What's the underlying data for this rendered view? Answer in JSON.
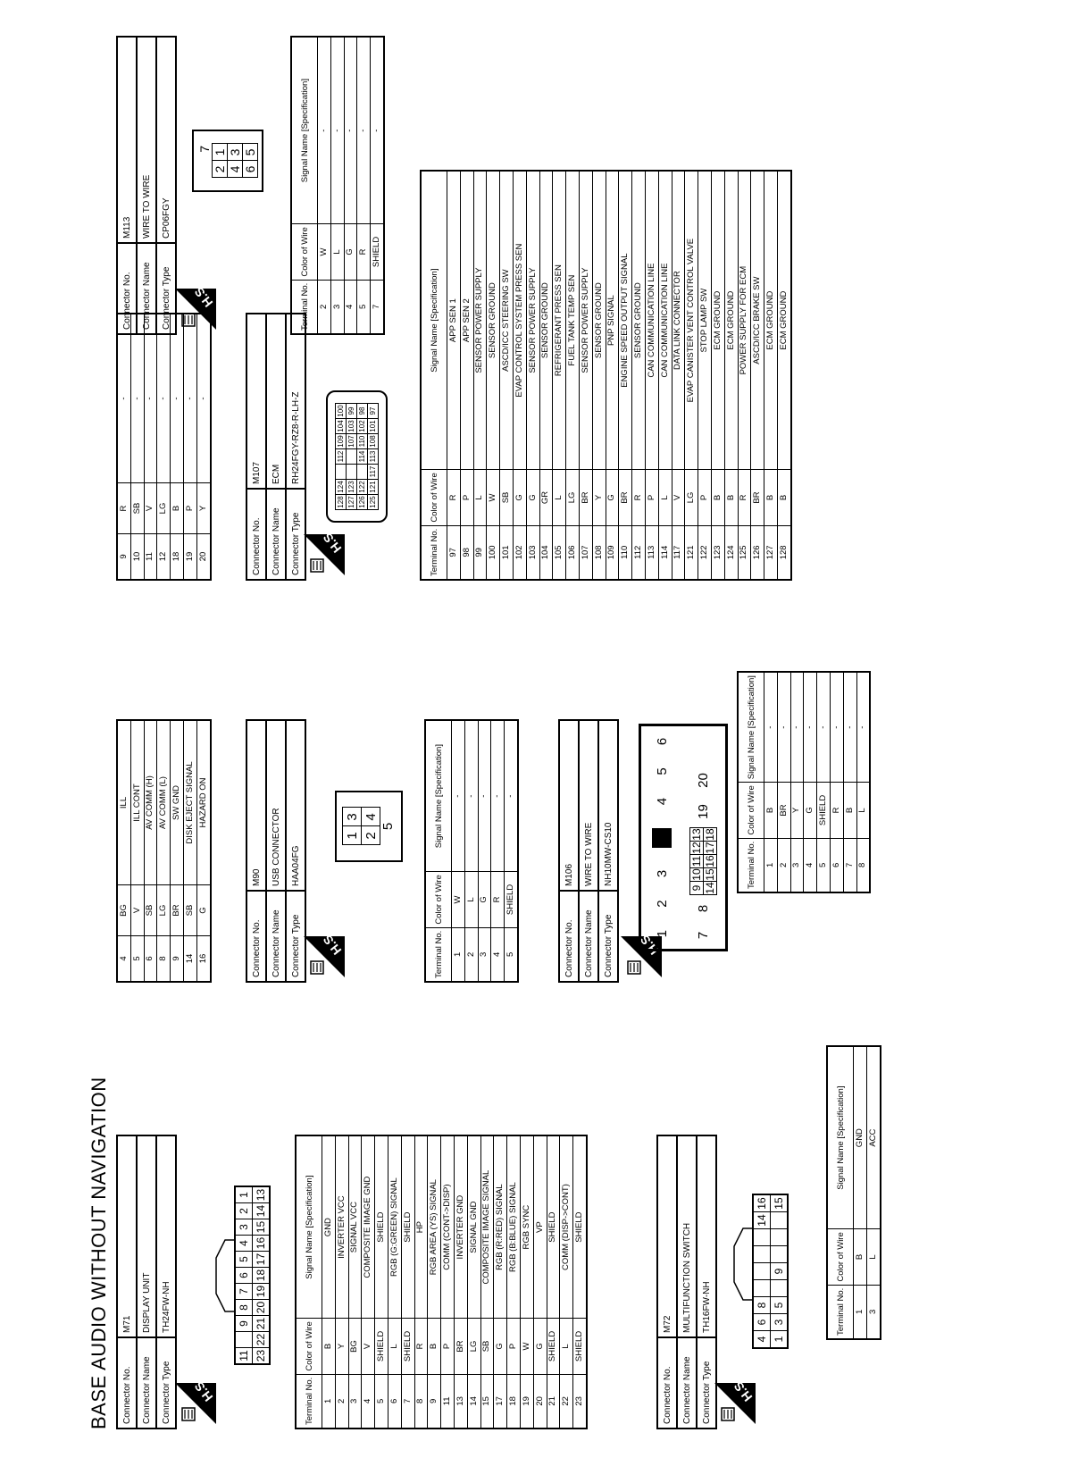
{
  "page_title": "BASE AUDIO WITHOUT NAVIGATION",
  "labels": {
    "connector_no": "Connector No.",
    "connector_name": "Connector Name",
    "connector_type": "Connector Type",
    "terminal_no": "Terminal No.",
    "color_of_wire": "Color of Wire",
    "signal_name": "Signal Name [Specification]",
    "hs": "H.S."
  },
  "m71": {
    "no": "M71",
    "name": "DISPLAY UNIT",
    "type": "TH24FW-NH",
    "grid_top": [
      "11",
      "",
      "9",
      "8",
      "7",
      "6",
      "5",
      "4",
      "3",
      "2",
      "1"
    ],
    "grid_bottom": [
      "23",
      "22",
      "21",
      "20",
      "19",
      "18",
      "17",
      "16",
      "15",
      "14",
      "13"
    ],
    "rows": [
      {
        "t": "1",
        "c": "B",
        "s": "GND"
      },
      {
        "t": "2",
        "c": "Y",
        "s": "INVERTER VCC"
      },
      {
        "t": "3",
        "c": "BG",
        "s": "SIGNAL VCC"
      },
      {
        "t": "4",
        "c": "V",
        "s": "COMPOSITE IMAGE GND"
      },
      {
        "t": "5",
        "c": "SHIELD",
        "s": "SHIELD"
      },
      {
        "t": "6",
        "c": "L",
        "s": "RGB (G:GREEN) SIGNAL"
      },
      {
        "t": "7",
        "c": "SHIELD",
        "s": "SHIELD"
      },
      {
        "t": "8",
        "c": "R",
        "s": "HP"
      },
      {
        "t": "9",
        "c": "B",
        "s": "RGB AREA (YS) SIGNAL"
      },
      {
        "t": "11",
        "c": "P",
        "s": "COMM (CONT->DISP)"
      },
      {
        "t": "13",
        "c": "BR",
        "s": "INVERTER GND"
      },
      {
        "t": "14",
        "c": "LG",
        "s": "SIGNAL GND"
      },
      {
        "t": "15",
        "c": "SB",
        "s": "COMPOSITE IMAGE SIGNAL"
      },
      {
        "t": "17",
        "c": "G",
        "s": "RGB (R:RED) SIGNAL"
      },
      {
        "t": "18",
        "c": "P",
        "s": "RGB (B:BLUE) SIGNAL"
      },
      {
        "t": "19",
        "c": "W",
        "s": "RGB SYNC"
      },
      {
        "t": "20",
        "c": "G",
        "s": "VP"
      },
      {
        "t": "21",
        "c": "SHIELD",
        "s": "SHIELD"
      },
      {
        "t": "22",
        "c": "L",
        "s": "COMM (DISP->CONT)"
      },
      {
        "t": "23",
        "c": "SHIELD",
        "s": "SHIELD"
      }
    ]
  },
  "m72": {
    "no": "M72",
    "name": "MULTIFUNCTION SWITCH",
    "type": "TH16FW-NH",
    "grid_top": [
      "4",
      "6",
      "8",
      "",
      "",
      "",
      "",
      "14",
      "16"
    ],
    "grid_bottom": [
      "1",
      "3",
      "5",
      "",
      "9",
      "",
      "",
      "",
      "15"
    ],
    "rows": [
      {
        "t": "1",
        "c": "B",
        "s": "GND"
      },
      {
        "t": "3",
        "c": "L",
        "s": "ACC"
      }
    ]
  },
  "m71_cont": {
    "rows": [
      {
        "t": "4",
        "c": "BG",
        "s": "ILL"
      },
      {
        "t": "5",
        "c": "V",
        "s": "ILL CONT"
      },
      {
        "t": "6",
        "c": "SB",
        "s": "AV COMM (H)"
      },
      {
        "t": "8",
        "c": "LG",
        "s": "AV COMM (L)"
      },
      {
        "t": "9",
        "c": "BR",
        "s": "SW GND"
      },
      {
        "t": "14",
        "c": "SB",
        "s": "DISK EJECT SIGNAL"
      },
      {
        "t": "16",
        "c": "G",
        "s": "HAZARD ON"
      }
    ]
  },
  "m90": {
    "no": "M90",
    "name": "USB CONNECTOR",
    "type": "HAA04FG",
    "grid": [
      [
        "1",
        "3"
      ],
      [
        "2",
        "4"
      ]
    ],
    "extra": "5",
    "rows": [
      {
        "t": "1",
        "c": "W",
        "s": "-"
      },
      {
        "t": "2",
        "c": "L",
        "s": "-"
      },
      {
        "t": "3",
        "c": "G",
        "s": "-"
      },
      {
        "t": "4",
        "c": "R",
        "s": "-"
      },
      {
        "t": "5",
        "c": "SHIELD",
        "s": "-"
      }
    ]
  },
  "m106": {
    "no": "M106",
    "name": "WIRE TO WIRE",
    "type": "NH10MW-CS10",
    "top": [
      "1",
      "2",
      "3",
      "",
      "4",
      "5",
      "6"
    ],
    "bottom_left": [
      "7",
      "8"
    ],
    "bottom_mid_top": [
      "9",
      "10",
      "11",
      "12",
      "13"
    ],
    "bottom_mid_bot": [
      "14",
      "15",
      "16",
      "17",
      "18"
    ],
    "bottom_right": [
      "19",
      "20"
    ],
    "rows": [
      {
        "t": "1",
        "c": "B",
        "s": "-"
      },
      {
        "t": "2",
        "c": "BR",
        "s": "-"
      },
      {
        "t": "3",
        "c": "Y",
        "s": "-"
      },
      {
        "t": "4",
        "c": "G",
        "s": "-"
      },
      {
        "t": "5",
        "c": "SHIELD",
        "s": "-"
      },
      {
        "t": "6",
        "c": "R",
        "s": "-"
      },
      {
        "t": "7",
        "c": "B",
        "s": "-"
      },
      {
        "t": "8",
        "c": "L",
        "s": "-"
      }
    ]
  },
  "m106_cont": {
    "rows": [
      {
        "t": "9",
        "c": "R",
        "s": "-"
      },
      {
        "t": "10",
        "c": "SB",
        "s": "-"
      },
      {
        "t": "11",
        "c": "V",
        "s": "-"
      },
      {
        "t": "12",
        "c": "LG",
        "s": "-"
      },
      {
        "t": "18",
        "c": "B",
        "s": "-"
      },
      {
        "t": "19",
        "c": "P",
        "s": "-"
      },
      {
        "t": "20",
        "c": "Y",
        "s": "-"
      }
    ]
  },
  "m107": {
    "no": "M107",
    "name": "ECM",
    "type": "RH24FGY-RZ8-R-LH-Z",
    "grid": [
      [
        "128",
        "124",
        "",
        "112",
        "109",
        "104",
        "100"
      ],
      [
        "127",
        "123",
        "",
        "",
        "107",
        "103",
        "99"
      ],
      [
        "126",
        "122",
        "",
        "114",
        "110",
        "102",
        "98"
      ],
      [
        "125",
        "121",
        "117",
        "113",
        "108",
        "101",
        "97"
      ]
    ],
    "rows": [
      {
        "t": "97",
        "c": "R",
        "s": "APP SEN 1"
      },
      {
        "t": "98",
        "c": "P",
        "s": "APP SEN 2"
      },
      {
        "t": "99",
        "c": "L",
        "s": "SENSOR POWER SUPPLY"
      },
      {
        "t": "100",
        "c": "W",
        "s": "SENSOR GROUND"
      },
      {
        "t": "101",
        "c": "SB",
        "s": "ASCD/ICC STEERING SW"
      },
      {
        "t": "102",
        "c": "G",
        "s": "EVAP CONTROL SYSTEM PRESS SEN"
      },
      {
        "t": "103",
        "c": "G",
        "s": "SENSOR POWER SUPPLY"
      },
      {
        "t": "104",
        "c": "GR",
        "s": "SENSOR GROUND"
      },
      {
        "t": "105",
        "c": "L",
        "s": "REFRIGERANT PRESS SEN"
      },
      {
        "t": "106",
        "c": "LG",
        "s": "FUEL TANK TEMP SEN"
      },
      {
        "t": "107",
        "c": "BR",
        "s": "SENSOR POWER SUPPLY"
      },
      {
        "t": "108",
        "c": "Y",
        "s": "SENSOR GROUND"
      },
      {
        "t": "109",
        "c": "G",
        "s": "PNP SIGNAL"
      },
      {
        "t": "110",
        "c": "BR",
        "s": "ENGINE SPEED OUTPUT SIGNAL"
      },
      {
        "t": "112",
        "c": "R",
        "s": "SENSOR GROUND"
      },
      {
        "t": "113",
        "c": "P",
        "s": "CAN COMMUNICATION LINE"
      },
      {
        "t": "114",
        "c": "L",
        "s": "CAN COMMUNICATION LINE"
      },
      {
        "t": "117",
        "c": "V",
        "s": "DATA LINK CONNECTOR"
      },
      {
        "t": "121",
        "c": "LG",
        "s": "EVAP CANISTER VENT CONTROL VALVE"
      },
      {
        "t": "122",
        "c": "P",
        "s": "STOP LAMP SW"
      },
      {
        "t": "123",
        "c": "B",
        "s": "ECM GROUND"
      },
      {
        "t": "124",
        "c": "B",
        "s": "ECM GROUND"
      },
      {
        "t": "125",
        "c": "R",
        "s": "POWER SUPPLY FOR ECM"
      },
      {
        "t": "126",
        "c": "BR",
        "s": "ASCD/ICC BRAKE SW"
      },
      {
        "t": "127",
        "c": "B",
        "s": "ECM GROUND"
      },
      {
        "t": "128",
        "c": "B",
        "s": "ECM GROUND"
      }
    ]
  },
  "m113": {
    "no": "M113",
    "name": "WIRE TO WIRE",
    "type": "CP06FGY",
    "extra": "7",
    "grid": [
      [
        "2",
        "1"
      ],
      [
        "4",
        "3"
      ],
      [
        "6",
        "5"
      ]
    ],
    "rows": [
      {
        "t": "2",
        "c": "W",
        "s": "-"
      },
      {
        "t": "3",
        "c": "L",
        "s": "-"
      },
      {
        "t": "4",
        "c": "G",
        "s": "-"
      },
      {
        "t": "5",
        "c": "R",
        "s": "-"
      },
      {
        "t": "7",
        "c": "SHIELD",
        "s": "-"
      }
    ]
  }
}
